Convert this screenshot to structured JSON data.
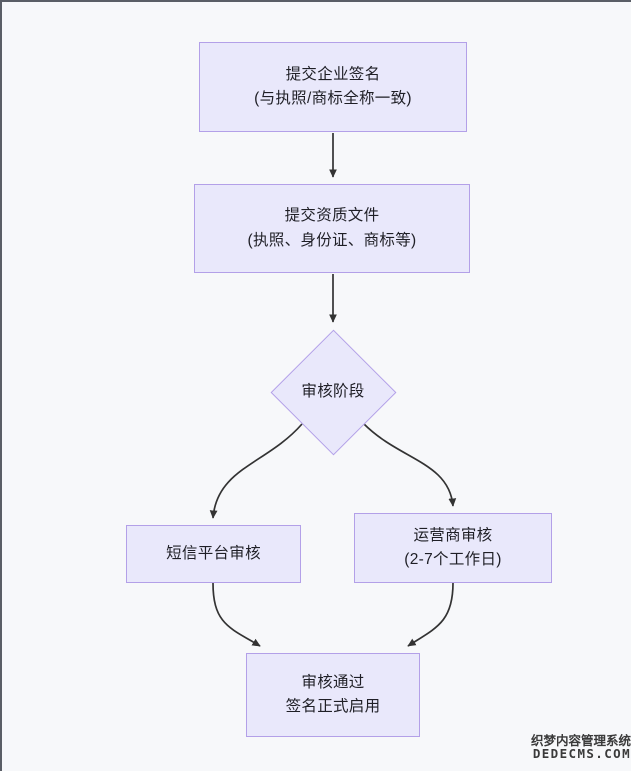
{
  "diagram": {
    "type": "flowchart",
    "direction": "top-to-bottom",
    "background_color": "#f7f8fa",
    "node_fill_color": "#e9e8fb",
    "node_border_color": "#b3a0e8",
    "edge_color": "#333333",
    "text_color": "#1f1f26",
    "nodes": [
      {
        "id": "submit-signature",
        "shape": "rectangle",
        "line1": "提交企业签名",
        "line2": "(与执照/商标全称一致)"
      },
      {
        "id": "submit-documents",
        "shape": "rectangle",
        "line1": "提交资质文件",
        "line2": "(执照、身份证、商标等)"
      },
      {
        "id": "review-stage",
        "shape": "diamond",
        "line1": "审核阶段",
        "line2": ""
      },
      {
        "id": "sms-review",
        "shape": "rectangle",
        "line1": "短信平台审核",
        "line2": ""
      },
      {
        "id": "carrier-review",
        "shape": "rectangle",
        "line1": "运营商审核",
        "line2": "(2-7个工作日)"
      },
      {
        "id": "approved",
        "shape": "rectangle",
        "line1": "审核通过",
        "line2": "签名正式启用"
      }
    ],
    "edges": [
      {
        "id": "e1",
        "from": "submit-signature",
        "to": "submit-documents",
        "style": "straight",
        "label": ""
      },
      {
        "id": "e2",
        "from": "submit-documents",
        "to": "review-stage",
        "style": "straight",
        "label": ""
      },
      {
        "id": "e3",
        "from": "review-stage",
        "to": "sms-review",
        "style": "curved",
        "label": ""
      },
      {
        "id": "e4",
        "from": "review-stage",
        "to": "carrier-review",
        "style": "curved",
        "label": ""
      },
      {
        "id": "e5",
        "from": "sms-review",
        "to": "approved",
        "style": "curved",
        "label": ""
      },
      {
        "id": "e6",
        "from": "carrier-review",
        "to": "approved",
        "style": "curved",
        "label": ""
      }
    ]
  },
  "watermark": {
    "chinese": "织梦内容管理系统",
    "english": "DEDECMS.COM"
  }
}
